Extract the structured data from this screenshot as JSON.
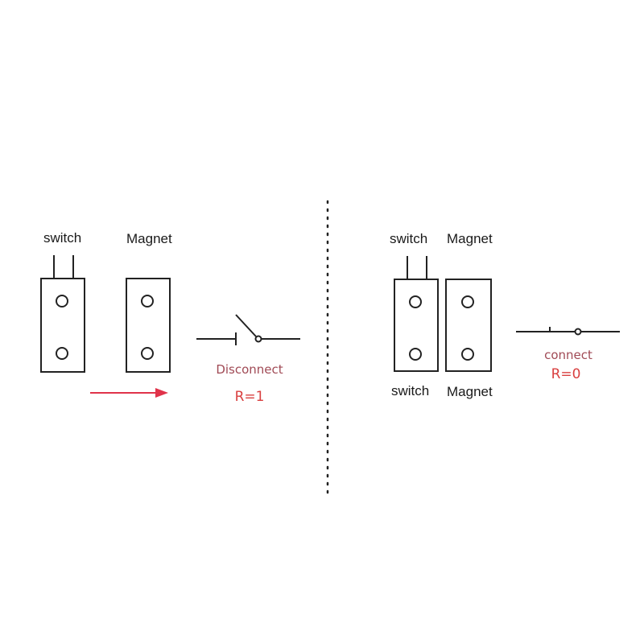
{
  "left_panel": {
    "switch_label": "switch",
    "magnet_label": "Magnet",
    "state_label": "Disconnect",
    "resistance_label": "R=1"
  },
  "right_panel": {
    "switch_label_top": "switch",
    "magnet_label_top": "Magnet",
    "switch_label_bottom": "switch",
    "magnet_label_bottom": "Magnet",
    "state_label": "connect",
    "resistance_label": "R=0"
  },
  "colors": {
    "arrow": "#e0334a",
    "state_text": "#a04a55",
    "resistance_text": "#d94040",
    "line": "#222222"
  }
}
